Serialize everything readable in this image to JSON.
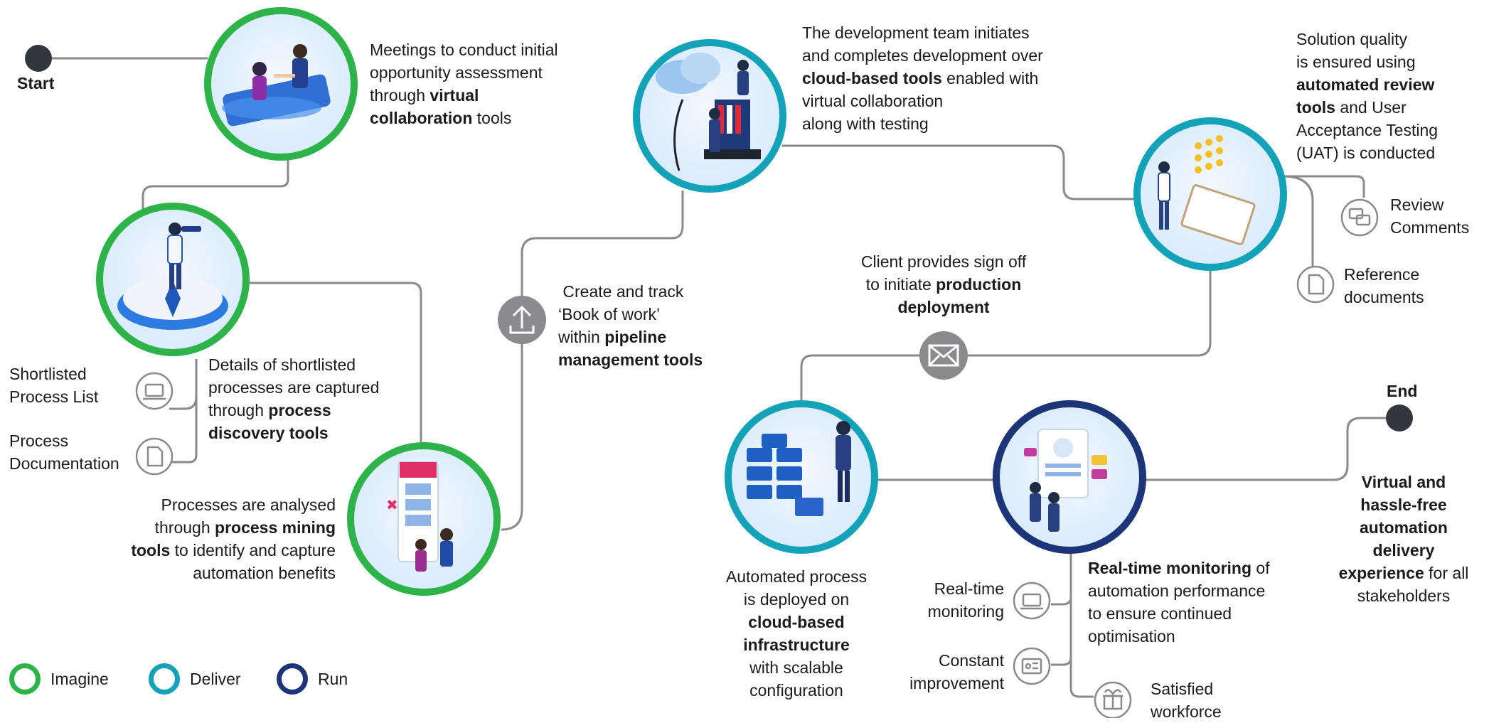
{
  "start_label": "Start",
  "end_label": "End",
  "colors": {
    "imagine": "#2eb24a",
    "deliver": "#13a2b8",
    "run": "#1c3478",
    "connector": "#8a8a8a",
    "icon_gray": "#8b8b8d",
    "dot": "#33353f"
  },
  "steps": {
    "meetings": [
      "Meetings to conduct initial",
      "opportunity assessment",
      "through ",
      "virtual",
      "collaboration",
      " tools"
    ],
    "discovery": [
      "Details of shortlisted",
      "processes are captured",
      "through ",
      "process",
      "discovery tools"
    ],
    "mining": [
      "Processes are analysed",
      "through ",
      "process mining",
      "tools",
      " to identify and capture",
      "automation benefits"
    ],
    "pipeline": [
      "Create and track",
      "‘Book of work’",
      "within ",
      "pipeline",
      "management tools"
    ],
    "development": [
      "The development team initiates",
      "and completes development over",
      "cloud-based tools",
      " enabled with",
      "virtual collaboration",
      "along with testing"
    ],
    "quality": [
      "Solution quality",
      "is ensured using",
      "automated review",
      "tools",
      " and User",
      "Acceptance Testing",
      "(UAT) is conducted"
    ],
    "signoff": [
      "Client provides sign off",
      "to initiate ",
      "production",
      "deployment"
    ],
    "deploy": [
      "Automated process",
      "is deployed on",
      "cloud-based",
      "infrastructure",
      "with scalable",
      "configuration"
    ],
    "monitor": [
      "Real-time monitoring",
      " of",
      "automation performance",
      "to ensure continued",
      "optimisation"
    ],
    "final": [
      "Virtual and",
      "hassle-free",
      "automation",
      "delivery",
      "experience",
      " for all",
      "stakeholders"
    ]
  },
  "outputs": {
    "shortlisted": [
      "Shortlisted",
      "Process List"
    ],
    "documentation": [
      "Process",
      "Documentation"
    ],
    "review": [
      "Review",
      "Comments"
    ],
    "reference": [
      "Reference",
      "documents"
    ],
    "realtime": [
      "Real-time",
      "monitoring"
    ],
    "constant": [
      "Constant",
      "improvement"
    ],
    "satisfied": [
      "Satisfied",
      "workforce"
    ]
  },
  "legend": [
    {
      "label": "Imagine",
      "color": "#2eb24a"
    },
    {
      "label": "Deliver",
      "color": "#13a2b8"
    },
    {
      "label": "Run",
      "color": "#1c3478"
    }
  ]
}
